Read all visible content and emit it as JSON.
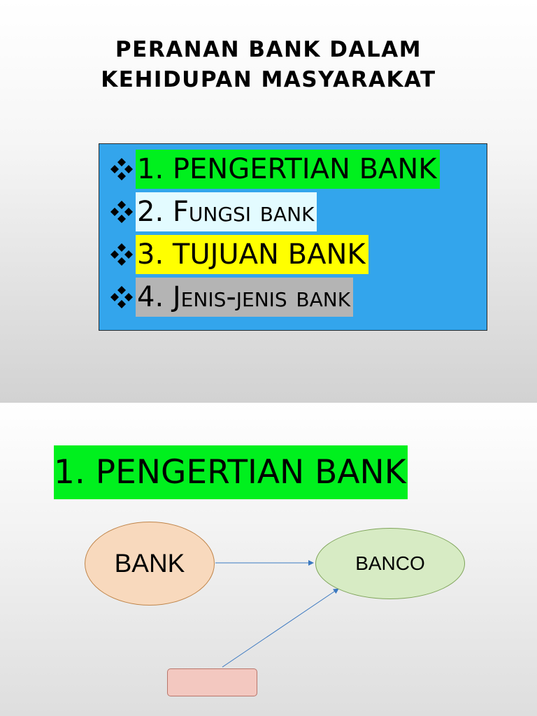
{
  "slide1": {
    "title_line1": "PERANAN BANK DALAM",
    "title_line2": "KEHIDUPAN MASYARAKAT",
    "items": [
      {
        "label": "1. PENGERTIAN BANK",
        "highlight": "#00f01e"
      },
      {
        "label": "2. Fungsi bank",
        "highlight": "#e3fbff"
      },
      {
        "label": "3. TUJUAN BANK",
        "highlight": "#ffff00"
      },
      {
        "label": "4. Jenis-jenis bank",
        "highlight": "#b4b4b4"
      }
    ],
    "box_color": "#33a5ec",
    "bullet_icon": "diamond-bullet-icon"
  },
  "slide2": {
    "heading": "1. PENGERTIAN BANK",
    "diagram": {
      "left_node": "BANK",
      "right_node": "BANCO",
      "bottom_node": ""
    }
  }
}
